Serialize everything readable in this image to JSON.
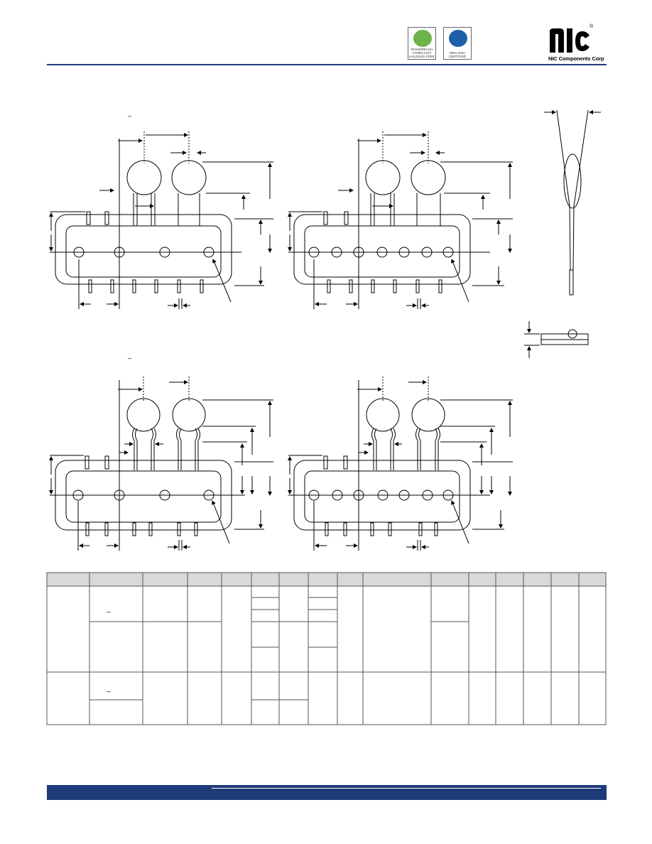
{
  "header": {
    "badges": [
      {
        "icon": "rohs-recycle-icon",
        "lines": [
          "ROHS/REACH",
          "COMPLIANT",
          "HALOGEN FREE"
        ],
        "color": "#6cb34a"
      },
      {
        "icon": "iso-certification-icon",
        "lines": [
          "9001:2015",
          "CERTIFIED"
        ],
        "color": "#1d5fa8"
      }
    ],
    "logo": {
      "icon": "nic-logo-icon",
      "name": "NIC Components Corp",
      "registered": "®"
    },
    "rule_color": "#1f3a78"
  },
  "drawings": {
    "views": [
      {
        "name": "two-lead-straight-view",
        "leads": "straight",
        "outline": "four-hole"
      },
      {
        "name": "three-lead-straight-view",
        "leads": "straight",
        "outline": "seven-hole"
      },
      {
        "name": "two-lead-kinked-view",
        "leads": "kinked",
        "outline": "four-hole"
      },
      {
        "name": "three-lead-kinked-view",
        "leads": "kinked",
        "outline": "seven-hole"
      },
      {
        "name": "side-profile-view"
      },
      {
        "name": "tape-thickness-view"
      }
    ],
    "marks": [
      "_",
      "_"
    ]
  },
  "table": {
    "header_cells": 16,
    "marks": [
      "_",
      "_"
    ]
  },
  "footer": {
    "bar_color": "#1f3a78"
  }
}
